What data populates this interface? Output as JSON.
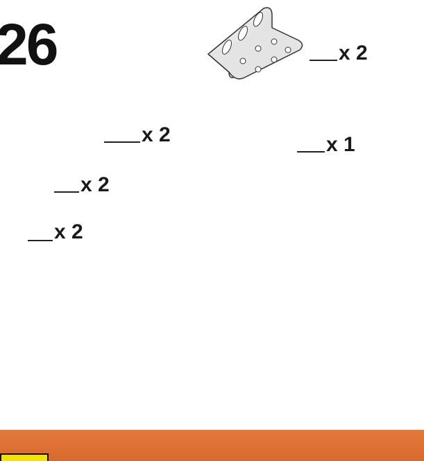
{
  "step": {
    "number": "26"
  },
  "parts": [
    {
      "id": "angle-bracket",
      "quantity_label": "x 2"
    },
    {
      "id": "square-plate",
      "quantity_label": "x 1"
    },
    {
      "id": "red-flat-plate",
      "quantity_label": "x 2"
    },
    {
      "id": "double-bracket",
      "quantity_label": "x 2"
    },
    {
      "id": "washer",
      "quantity_label": "x 2"
    }
  ],
  "colors": {
    "red_part": "#e42a22",
    "metal_part": "#ececec",
    "rod": "#f3b21b",
    "band": "#df7233",
    "tab": "#f5e200"
  }
}
